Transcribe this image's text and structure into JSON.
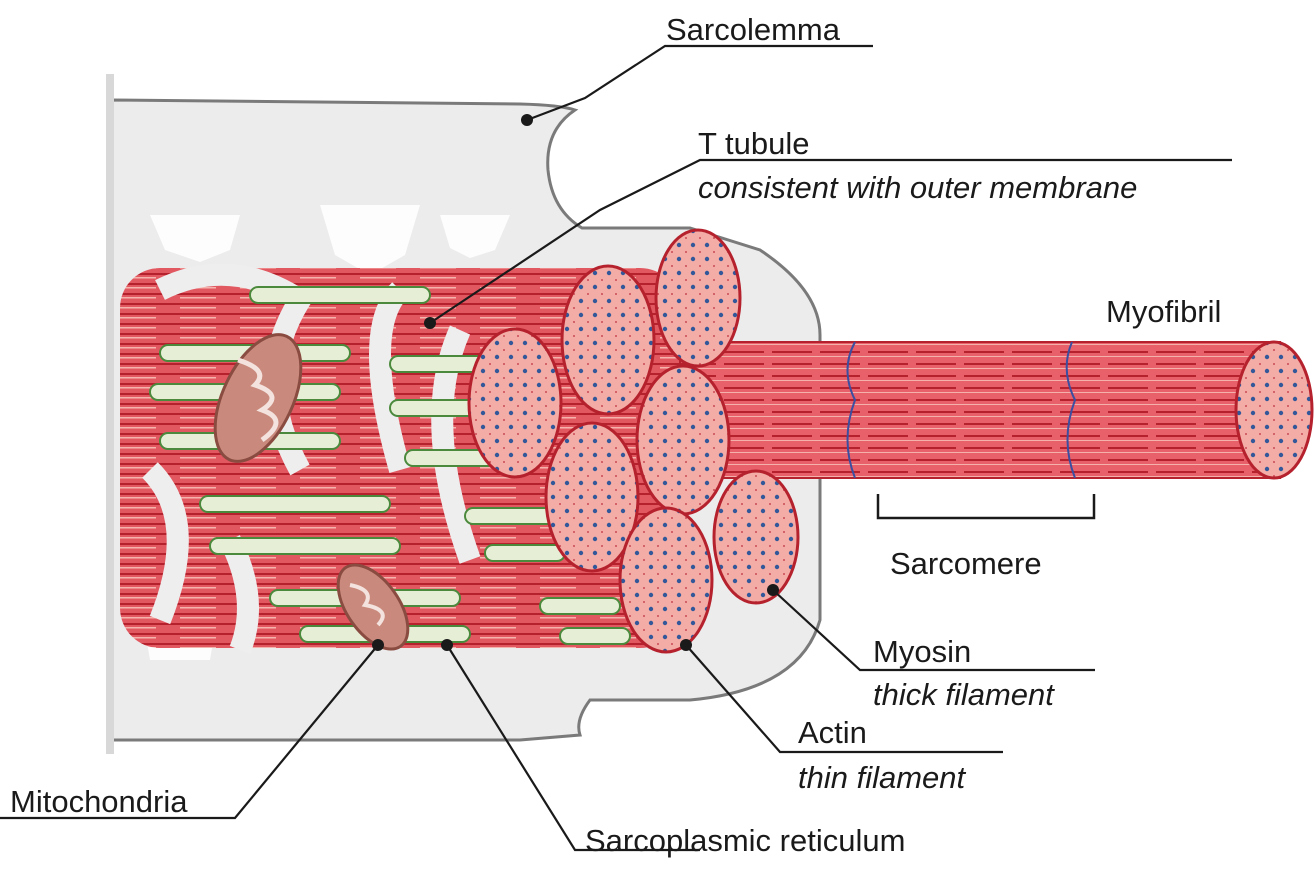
{
  "labels": {
    "sarcolemma": "Sarcolemma",
    "t_tubule": "T tubule",
    "t_tubule_note": "consistent with outer membrane",
    "myofibril": "Myofibril",
    "sarcomere": "Sarcomere",
    "myosin": "Myosin",
    "myosin_note": "thick filament",
    "actin": "Actin",
    "actin_note": "thin filament",
    "mitochondria": "Mitochondria",
    "sarcoplasmic_reticulum": "Sarcoplasmic reticulum"
  },
  "colors": {
    "fiber_red": "#d9434d",
    "fiber_light": "#f0a9a3",
    "fiber_dark": "#b5222d",
    "sr_green": "#e6efd6",
    "membrane_gray": "#e6e6e6",
    "outline_gray": "#7a7a7a",
    "dot_blue": "#33589a",
    "mito_brown": "#c98a7d",
    "leader_line": "#1a1a1a"
  }
}
